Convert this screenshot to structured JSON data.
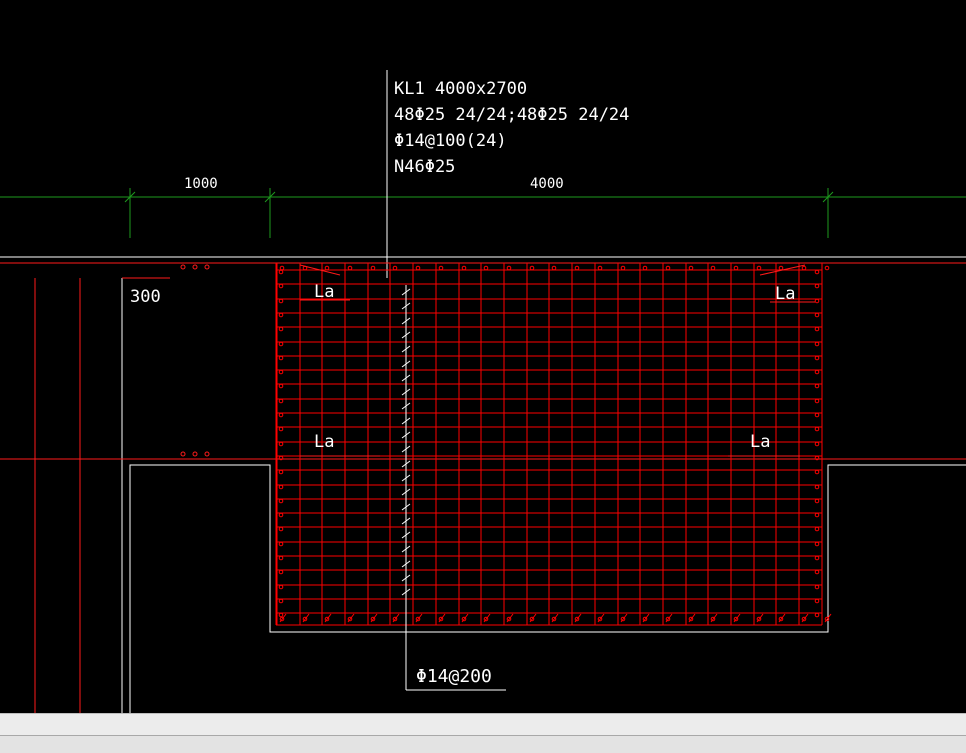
{
  "drawing": {
    "beam_label": {
      "line1": "KL1 4000x2700",
      "line2": "48Φ25 24/24;48Φ25 24/24",
      "line3": "Φ14@100(24)",
      "line4": "N46Φ25"
    },
    "dimensions": {
      "left_span": "1000",
      "main_span": "4000"
    },
    "anchor_labels": {
      "top_left": "La",
      "top_right": "La",
      "mid_left": "La",
      "mid_right": "La"
    },
    "column_offset_label": "300",
    "tie_bar_label": "Φ14@200"
  },
  "colors": {
    "background": "#000000",
    "rebar": "#ff0000",
    "outline": "#ffffff",
    "dimension": "#00a000",
    "text": "#ffffff"
  }
}
